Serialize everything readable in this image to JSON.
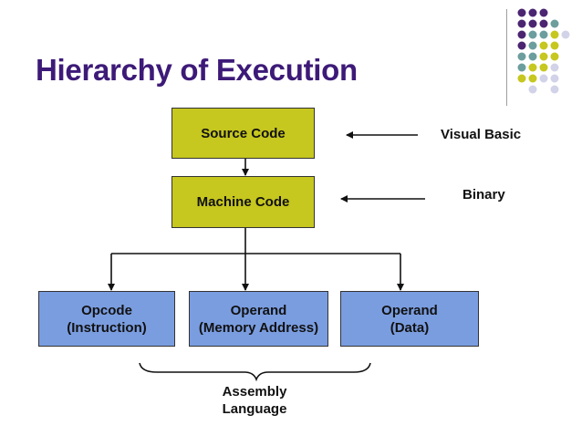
{
  "slide": {
    "title": "Hierarchy of Execution"
  },
  "diagram": {
    "source_code": "Source Code",
    "machine_code": "Machine Code",
    "opcode_line1": "Opcode",
    "opcode_line2": "(Instruction)",
    "operand_mem_line1": "Operand",
    "operand_mem_line2": "(Memory Address)",
    "operand_data_line1": "Operand",
    "operand_data_line2": "(Data)",
    "visual_basic": "Visual Basic",
    "binary": "Binary",
    "assembly_line1": "Assembly",
    "assembly_line2": "Language"
  },
  "colors": {
    "title": "#3d1a78",
    "olive_box": "#c6c71f",
    "blue_box": "#7a9de0",
    "dot_purple": "#4b2571",
    "dot_teal": "#6d9e9e",
    "dot_olive": "#c6c71f",
    "dot_lavender": "#d2d3e8"
  }
}
